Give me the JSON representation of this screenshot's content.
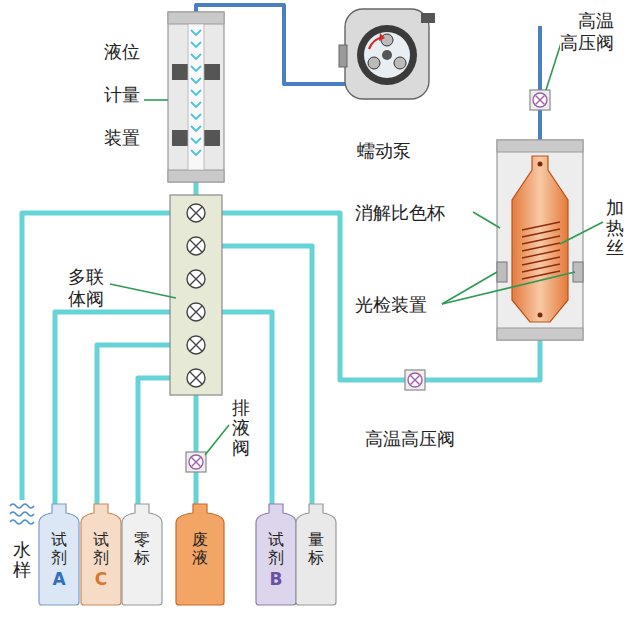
{
  "diagram": {
    "nodes": [
      {
        "text": [
          "试剂",
          "A"
        ]
      },
      {
        "text": [
          "试剂",
          "C"
        ]
      },
      {
        "text": [
          "零标"
        ]
      },
      {
        "text": [
          "废液"
        ]
      },
      {
        "text": [
          "试剂",
          "B"
        ]
      },
      {
        "text": [
          "量标"
        ]
      }
    ],
    "labels": [
      "液位计量装置",
      "蠕动泵",
      "高温高压阀",
      "消解比色杯",
      "加热丝",
      "光检装置",
      "多联体阀",
      "排液阀",
      "高温高压阀",
      "水样"
    ]
  }
}
